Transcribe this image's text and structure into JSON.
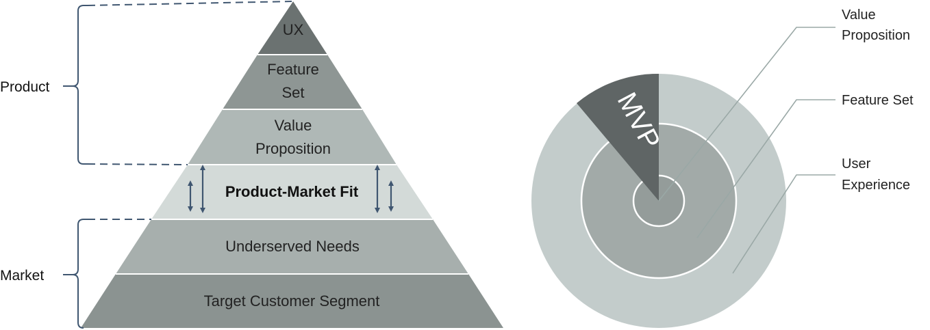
{
  "pyramid": {
    "layers": [
      {
        "lines": [
          "UX"
        ]
      },
      {
        "lines": [
          "Feature",
          "Set"
        ]
      },
      {
        "lines": [
          "Value",
          "Proposition"
        ]
      },
      {
        "lines": [
          "Product-Market Fit"
        ]
      },
      {
        "lines": [
          "Underserved Needs"
        ]
      },
      {
        "lines": [
          "Target Customer Segment"
        ]
      }
    ],
    "brackets": {
      "product": "Product",
      "market": "Market"
    }
  },
  "circle": {
    "wedge_label": "MVP",
    "labels": {
      "value_proposition": [
        "Value",
        "Proposition"
      ],
      "feature_set": [
        "Feature Set"
      ],
      "user_experience": [
        "User",
        "Experience"
      ]
    }
  },
  "colors": {
    "ux": "#6b7271",
    "feature_set": "#8e9694",
    "value_proposition": "#afb8b6",
    "pmf": "#d3dad8",
    "underserved": "#a7afad",
    "target": "#8b9391",
    "circle_outer": "#c3cccb",
    "circle_mid": "#a2aaa8",
    "circle_inner": "#949c9a",
    "wedge": "#5f6565",
    "bracket": "#3f5670",
    "arrow": "#3f5670",
    "leader": "#9aa8a6"
  }
}
